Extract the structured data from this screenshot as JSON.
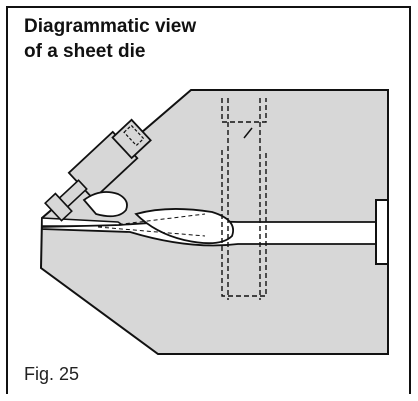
{
  "figure": {
    "title_line1": "Diagrammatic view",
    "title_line2": "of a sheet die",
    "caption": "Fig. 25"
  },
  "colors": {
    "die_body": "#d7d7d7",
    "outline": "#111111",
    "channel": "#ffffff",
    "background": "#ffffff"
  }
}
